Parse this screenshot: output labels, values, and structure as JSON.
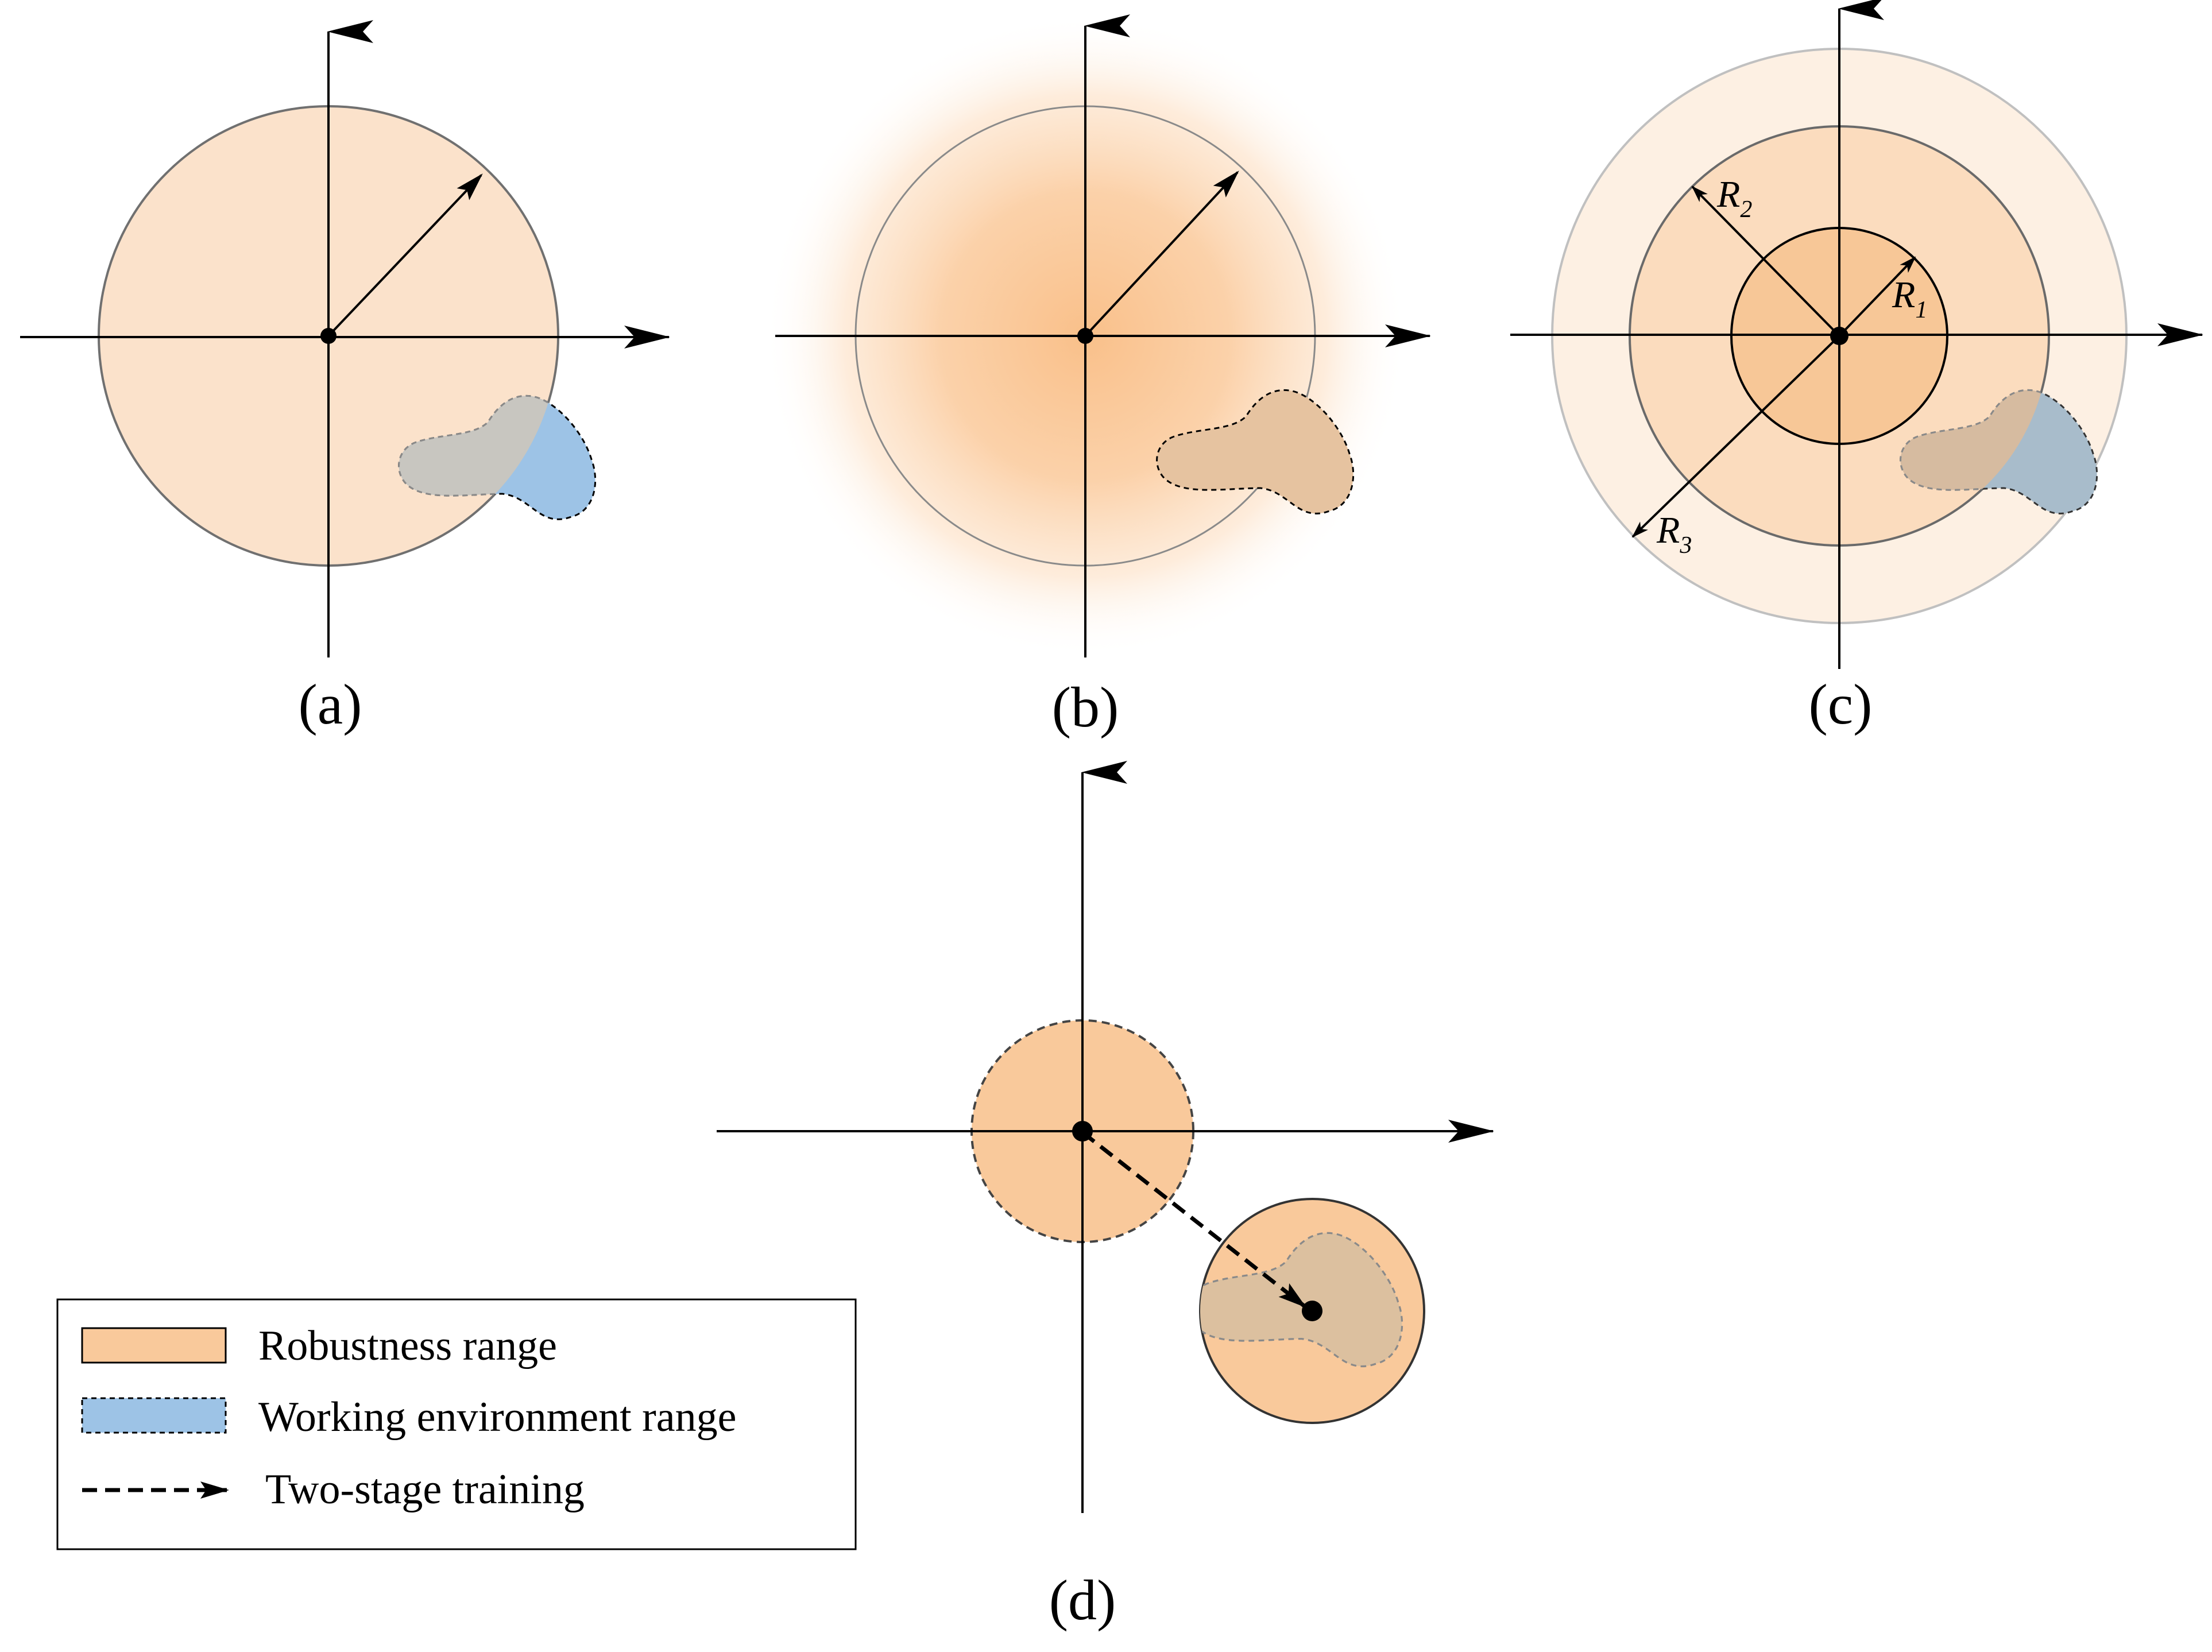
{
  "panels": {
    "a": {
      "caption": "(a)"
    },
    "b": {
      "caption": "(b)"
    },
    "c": {
      "caption": "(c)",
      "radius_labels": [
        {
          "letter": "R",
          "sub": "1"
        },
        {
          "letter": "R",
          "sub": "2"
        },
        {
          "letter": "R",
          "sub": "3"
        }
      ]
    },
    "d": {
      "caption": "(d)"
    }
  },
  "legend": {
    "items": [
      {
        "label": "Robustness range",
        "swatch": "solid",
        "color": "#f9c99b"
      },
      {
        "label": "Working environment range",
        "swatch": "dashed",
        "color": "#9dc3e6"
      },
      {
        "label": "Two-stage training",
        "swatch": "dashed-arrow"
      }
    ]
  },
  "colors": {
    "robustness": "#f9c99b",
    "robustness_light": "#fbe0c8",
    "robustness_lighter": "#fdf0e3",
    "working_env": "#9dc3e6",
    "overlap": "#c9c6bd"
  }
}
